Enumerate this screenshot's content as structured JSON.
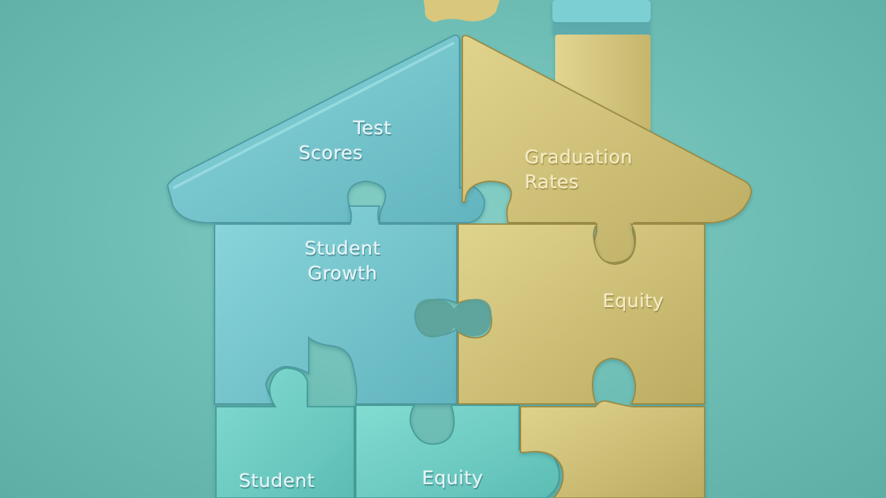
{
  "scene": {
    "subject": "house-shaped jigsaw puzzle",
    "colors": {
      "background": "#6dbdb4",
      "blue_piece": "#74c4cc",
      "blue_piece_dark": "#5fb2bb",
      "teal_piece": "#6ecbc3",
      "yellow_piece": "#ccbd74",
      "yellow_piece_dark": "#b9aa60"
    }
  },
  "pieces": {
    "roof_left": {
      "lines": [
        "Test",
        "Scores"
      ]
    },
    "roof_right": {
      "lines": [
        "Graduation",
        "Rates"
      ]
    },
    "wall_left_upper": {
      "lines": [
        "Student",
        "Growth"
      ]
    },
    "wall_right_middle": {
      "lines": [
        "Equity"
      ]
    },
    "wall_left_lower": {
      "lines": [
        "Student"
      ]
    },
    "wall_bottom_middle": {
      "lines": [
        "Equity"
      ]
    }
  }
}
